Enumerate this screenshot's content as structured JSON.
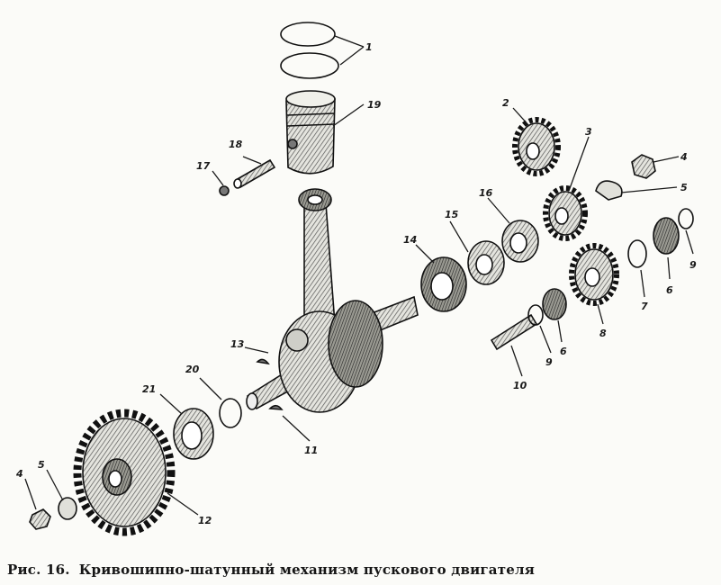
{
  "caption": {
    "prefix": "Рис. 16.",
    "title": "Кривошипно-шатунный механизм пускового двигателя"
  },
  "colors": {
    "ink": "#111111",
    "paper": "#fbfbf8",
    "shade": "#5a5a5a",
    "light": "#d8d8d2"
  },
  "labels": [
    "1",
    "19",
    "18",
    "17",
    "2",
    "3",
    "4",
    "5",
    "16",
    "15",
    "14",
    "9",
    "6",
    "7",
    "8",
    "6",
    "9",
    "10",
    "13",
    "20",
    "21",
    "11",
    "5",
    "4",
    "12"
  ]
}
